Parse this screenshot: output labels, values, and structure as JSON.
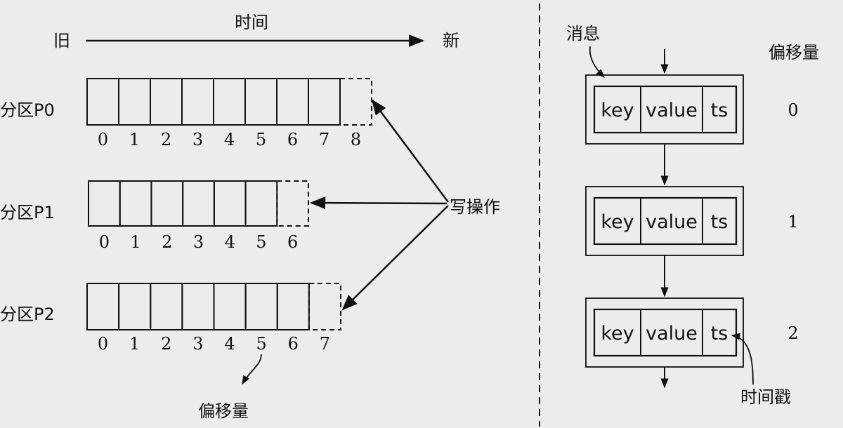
{
  "timeline": {
    "title": "时间",
    "old_label": "旧",
    "new_label": "新"
  },
  "partitions": [
    {
      "label": "分区P0",
      "offsets": [
        "0",
        "1",
        "2",
        "3",
        "4",
        "5",
        "6",
        "7",
        "8"
      ]
    },
    {
      "label": "分区P1",
      "offsets": [
        "0",
        "1",
        "2",
        "3",
        "4",
        "5",
        "6"
      ]
    },
    {
      "label": "分区P2",
      "offsets": [
        "0",
        "1",
        "2",
        "3",
        "4",
        "5",
        "6",
        "7"
      ]
    }
  ],
  "write_label": "写操作",
  "offset_caption": "偏移量",
  "message_label": "消息",
  "offset_header": "偏移量",
  "messages": [
    {
      "fields": [
        "key",
        "value",
        "ts"
      ],
      "offset": "0"
    },
    {
      "fields": [
        "key",
        "value",
        "ts"
      ],
      "offset": "1"
    },
    {
      "fields": [
        "key",
        "value",
        "ts"
      ],
      "offset": "2"
    }
  ],
  "timestamp_label": "时间戳",
  "colors": {
    "ink": "#111111",
    "background": "#ececea"
  }
}
